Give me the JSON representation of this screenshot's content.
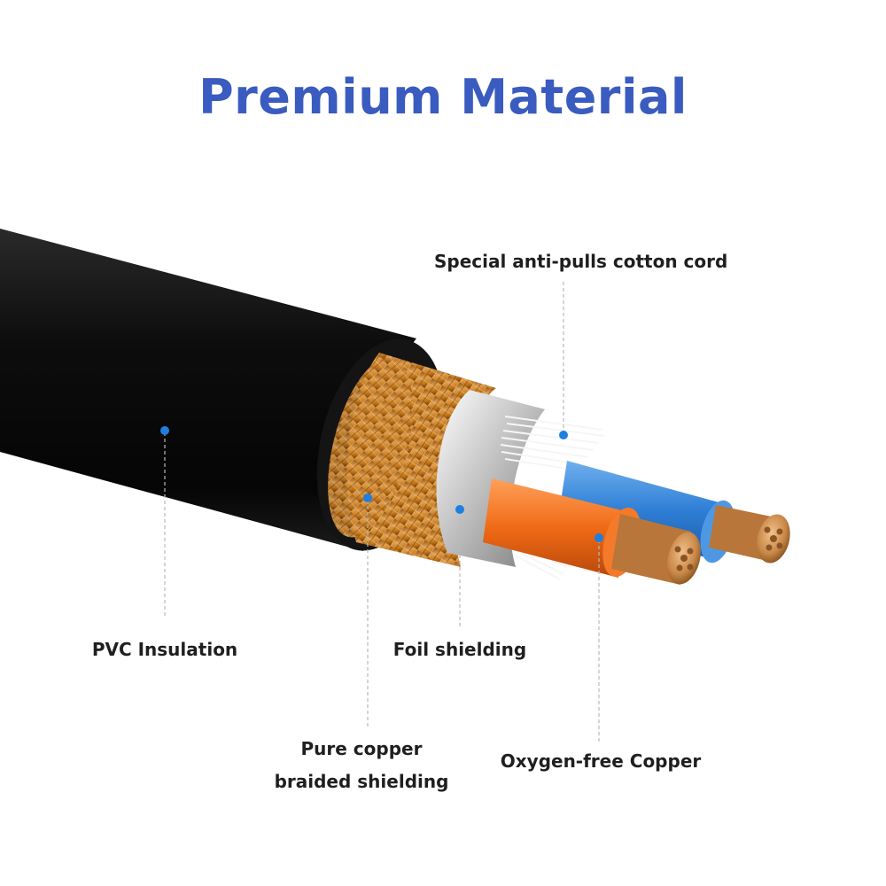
{
  "title": "Premium Material",
  "colors": {
    "title": "#3a5bbf",
    "marker": "#1e7fe0",
    "jacket": "#0c0c0c",
    "copper_braid": "#c77a1c",
    "foil": "#c9c9c9",
    "blue_core": "#2f7fd6",
    "orange_core": "#ef6a16",
    "copper": "#c98848"
  },
  "labels": {
    "cotton_cord": "Special anti-pulls cotton cord",
    "pvc": "PVC Insulation",
    "foil": "Foil shielding",
    "braid_line1": "Pure copper",
    "braid_line2": "braided shielding",
    "oxygen_copper": "Oxygen-free Copper"
  }
}
